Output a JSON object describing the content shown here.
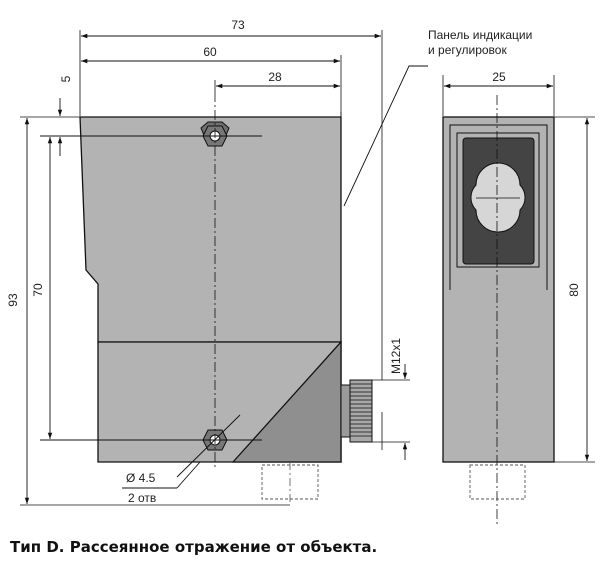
{
  "dimensions": {
    "width_73": "73",
    "width_60": "60",
    "width_28": "28",
    "offset_5": "5",
    "height_93": "93",
    "height_70": "70",
    "width_25": "25",
    "height_80": "80",
    "thread": "M12x1",
    "hole_diameter": "Ø 4.5",
    "hole_count": "2 отв"
  },
  "callout": {
    "line1": "Панель индикации",
    "line2": "и регулировок"
  },
  "caption": "Тип D. Рассеянное отражение от объекта.",
  "colors": {
    "body": "#b3b3b3",
    "body_dark": "#8f8f8f",
    "lens": "#d6d6d6",
    "lens_frame": "#444444",
    "line": "#111111"
  }
}
